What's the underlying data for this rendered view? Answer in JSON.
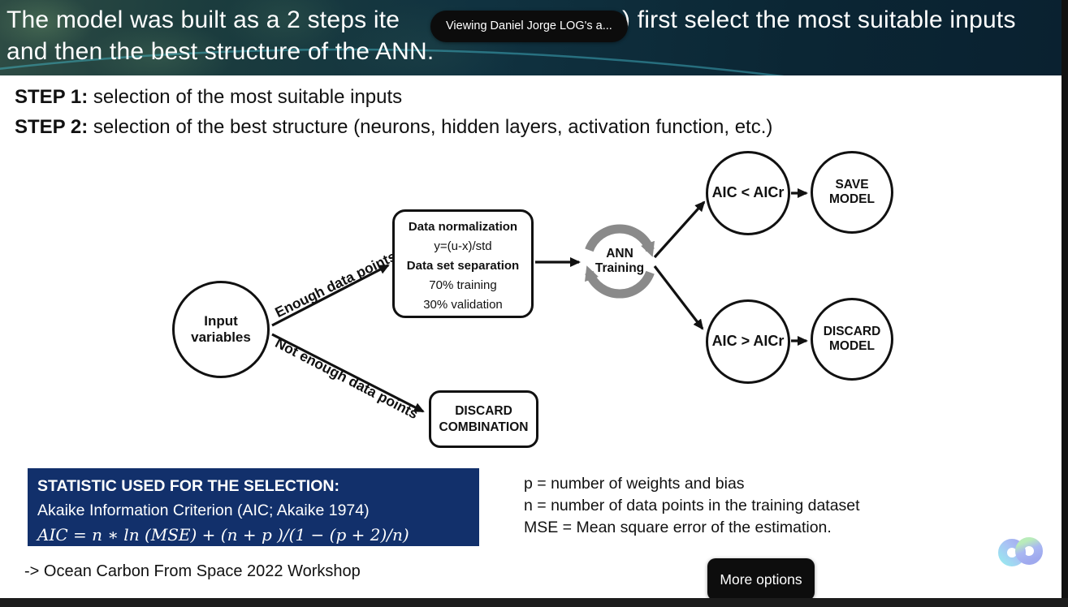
{
  "banner": {
    "line1_left": "The model was built as a 2 steps ite",
    "line1_right": ") first select the most suitable inputs",
    "line2": "and then the best structure of the ANN."
  },
  "overlay": {
    "viewing_pill": "Viewing Daniel Jorge LOG's a...",
    "more_options_label": "More options"
  },
  "steps": {
    "step1_label": "STEP 1:",
    "step1_text": " selection of the most suitable inputs",
    "step2_label": "STEP 2:",
    "step2_text": " selection of the best structure (neurons, hidden layers, activation function, etc.)"
  },
  "diagram": {
    "input_node": {
      "line1": "Input",
      "line2": "variables"
    },
    "edge_enough": "Enough data points",
    "edge_not_enough": "Not enough data points",
    "norm_box": {
      "line1": "Data normalization",
      "line2": "y=(u-x)/std",
      "line3": "Data set separation",
      "line4": "70% training",
      "line5": "30% validation"
    },
    "ann_node": {
      "line1": "ANN",
      "line2": "Training"
    },
    "aic_less": "AIC < AICr",
    "aic_greater": "AIC > AICr",
    "save_model": {
      "line1": "SAVE",
      "line2": "MODEL"
    },
    "discard_model": {
      "line1": "DISCARD",
      "line2": "MODEL"
    },
    "discard_combination": {
      "line1": "DISCARD",
      "line2": "COMBINATION"
    }
  },
  "statistic_box": {
    "title": "STATISTIC USED FOR THE SELECTION:",
    "subtitle": "Akaike Information Criterion (AIC; Akaike 1974)",
    "formula": "AIC = n ∗ ln (MSE) + (n + p )/(1 − (p + 2)/n)"
  },
  "definitions": {
    "p": "p = number of weights and bias",
    "n": "n = number of data points in the training dataset",
    "mse": "MSE = Mean square error of the estimation."
  },
  "footer": {
    "workshop": "->  Ocean Carbon From Space 2022 Workshop"
  },
  "colors": {
    "statistic_box_bg": "#12306b",
    "banner_left_green": "#2e4c44",
    "banner_right_navy": "#0a2130",
    "overlay_black": "#0c0c0c",
    "ann_cycle_gray": "#8a8a8a",
    "accent_cyan": "#47c2d2",
    "webex_cyan": "#9be4f0",
    "webex_periwinkle": "#a5aff0",
    "webex_mint": "#b9ecba"
  }
}
